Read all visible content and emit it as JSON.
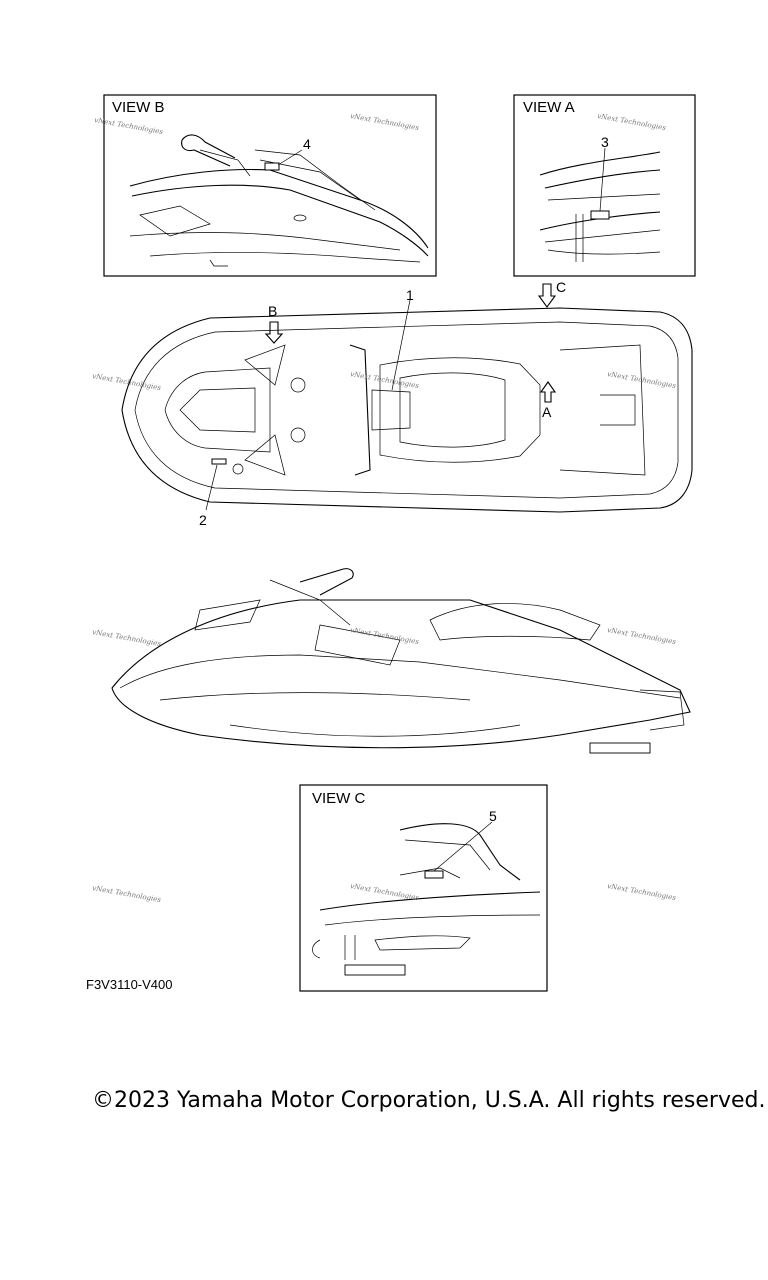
{
  "views": {
    "view_b": "VIEW B",
    "view_a": "VIEW A",
    "view_c": "VIEW C"
  },
  "callouts": {
    "c1": "1",
    "c2": "2",
    "c3": "3",
    "c4": "4",
    "c5": "5"
  },
  "arrows": {
    "a": "A",
    "b": "B",
    "c": "C"
  },
  "watermark": "vNext Technologies",
  "part_code": "F3V3110-V400",
  "copyright": "©2023 Yamaha Motor Corporation, U.S.A. All rights reserved."
}
